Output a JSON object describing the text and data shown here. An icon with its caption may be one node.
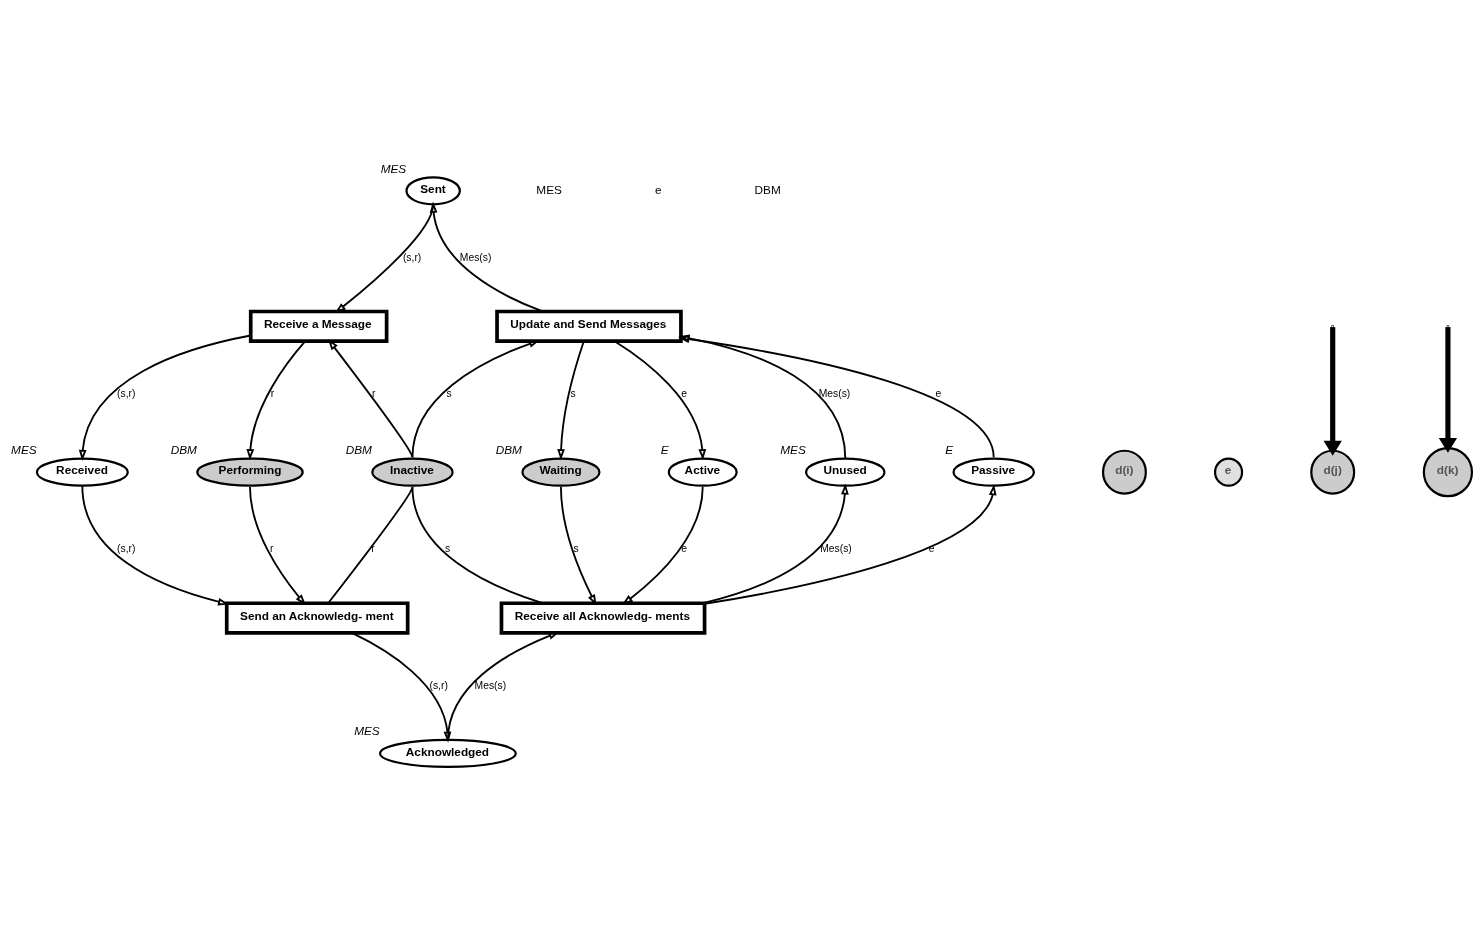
{
  "diagram": {
    "nodes": [
      {
        "text": [
          "Update and Send Messages"
        ]
      },
      {
        "text": [
          "Receive a Message"
        ]
      },
      {
        "text": [
          "Receive all Acknowledg- ments"
        ]
      },
      {
        "text": [
          "Send an Acknowledg- ment"
        ]
      },
      {
        "text": [
          "Sent"
        ],
        "beside": [
          "MES"
        ]
      },
      {
        "text": [
          "Waiting"
        ],
        "beside": [
          "DBM"
        ]
      },
      {
        "text": [
          "Active"
        ],
        "beside": [
          "E"
        ]
      },
      {
        "text": [
          "Unused"
        ],
        "beside": [
          "MES"
        ]
      },
      {
        "text": [
          "Passive"
        ],
        "beside": [
          "E"
        ]
      },
      {
        "text": [
          "Inactive"
        ],
        "beside": [
          "DBM"
        ]
      },
      {
        "text": [
          "Received"
        ],
        "beside": [
          "MES"
        ]
      },
      {
        "text": [
          "Performing"
        ],
        "beside": [
          "DBM"
        ]
      },
      {
        "text": [
          "Acknowledged"
        ],
        "beside": [
          "MES"
        ]
      },
      {
        "text": [
          "d(i)"
        ]
      },
      {
        "text": [
          "e"
        ]
      },
      {
        "text": [
          "d(j)"
        ]
      },
      {
        "text": [
          "d(k)"
        ]
      }
    ],
    "edges": [
      {
        "from": 0,
        "to": 4,
        "arrow": "to",
        "label": "Mes(s)"
      },
      {
        "from": 4,
        "to": 1,
        "arrow": "to",
        "label": "(s,r)"
      },
      {
        "from": 0,
        "to": 5,
        "arrow": "to",
        "label": "s"
      },
      {
        "from": 5,
        "to": 2,
        "arrow": "to",
        "label": "s"
      },
      {
        "from": 0,
        "to": 6,
        "arrow": "to",
        "label": "e"
      },
      {
        "from": 6,
        "to": 2,
        "arrow": "to",
        "label": "e"
      },
      {
        "from": 7,
        "to": 0,
        "arrow": "to",
        "label": "Mes(s)"
      },
      {
        "from": 2,
        "to": 7,
        "arrow": "to",
        "label": "Mes(s)"
      },
      {
        "from": 8,
        "to": 0,
        "arrow": "to",
        "label": "e"
      },
      {
        "from": 2,
        "to": 8,
        "arrow": "to",
        "label": "e"
      },
      {
        "from": 9,
        "to": 0,
        "arrow": "to",
        "label": "s"
      },
      {
        "from": 2,
        "to": 9,
        "arrow": "none",
        "label": "s"
      },
      {
        "from": 9,
        "to": 1,
        "arrow": "to",
        "label": "r"
      },
      {
        "from": 3,
        "to": 9,
        "arrow": "none",
        "label": "r"
      },
      {
        "from": 1,
        "to": 10,
        "arrow": "to",
        "label": "(s,r)"
      },
      {
        "from": 1,
        "to": 11,
        "arrow": "to",
        "label": "r"
      },
      {
        "from": 10,
        "to": 3,
        "arrow": "to",
        "label": "(s,r)"
      },
      {
        "from": 11,
        "to": 3,
        "arrow": "to",
        "label": "r"
      },
      {
        "from": 3,
        "to": 12,
        "arrow": "to",
        "label": "(s,r)"
      },
      {
        "from": 12,
        "to": 2,
        "arrow": "to",
        "label": "Mes(s)"
      },
      {
        "from": null,
        "to": 15,
        "arrow": "to",
        "style": "thick"
      },
      {
        "from": null,
        "to": 16,
        "arrow": "to",
        "style": "thick"
      }
    ],
    "labels": [
      "MES",
      "e",
      "DBM"
    ]
  }
}
